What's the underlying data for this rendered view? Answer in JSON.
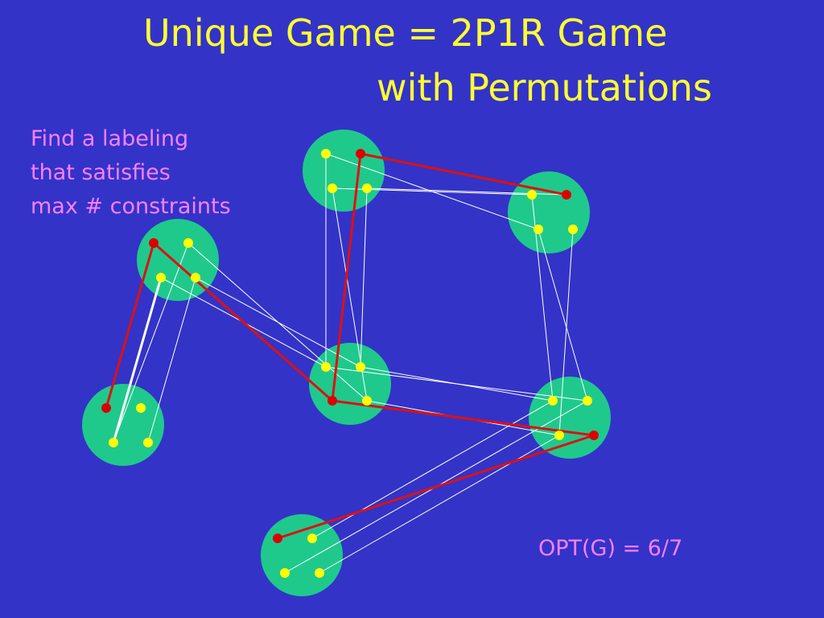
{
  "title": {
    "line1": "Unique Game = 2P1R Game",
    "line2": "with Permutations"
  },
  "note": {
    "line1": "Find  a  labeling",
    "line2": "that satisfies",
    "line3": "max  # constraints"
  },
  "opt_label": "OPT(G) = 6/7",
  "colors": {
    "background": "#3333c8",
    "title": "#ffff33",
    "note": "#ff7fff",
    "node_fill": "#1fc98c",
    "label_default": "#ffff00",
    "label_chosen": "#dd0000",
    "edge_satisfied": "#dd1111",
    "edge_violated": "#ffffff",
    "constraint_line": "#ffffff"
  }
}
